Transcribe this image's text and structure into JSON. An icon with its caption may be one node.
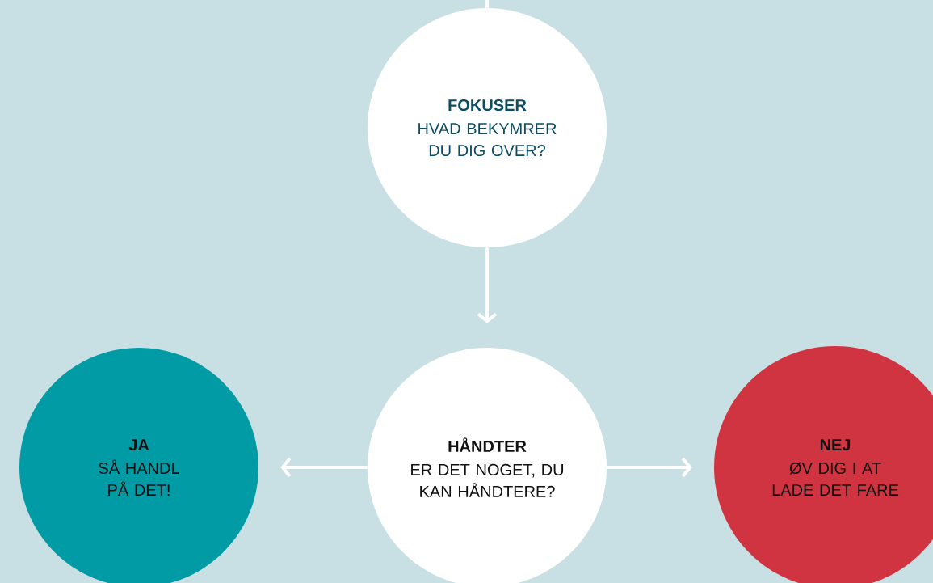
{
  "diagram": {
    "nodes": [
      {
        "text": [
          "FOKUSER",
          "HVAD BEKYMRER DU DIG OVER?"
        ]
      },
      {
        "text": [
          "HÅNDTER",
          "ER DET NOGET, DU KAN HÅNDTERE?"
        ]
      },
      {
        "text": [
          "JA",
          "SÅ HANDL PÅ DET!"
        ]
      },
      {
        "text": [
          "NEJ",
          "ØV DIG I AT LADE DET FARE"
        ]
      }
    ],
    "edges": [
      {
        "from": null,
        "to": 0,
        "arrow": "none"
      },
      {
        "from": 0,
        "to": 1,
        "arrow": "to"
      },
      {
        "from": 1,
        "to": 2,
        "arrow": "to"
      },
      {
        "from": 1,
        "to": 3,
        "arrow": "to"
      }
    ]
  }
}
